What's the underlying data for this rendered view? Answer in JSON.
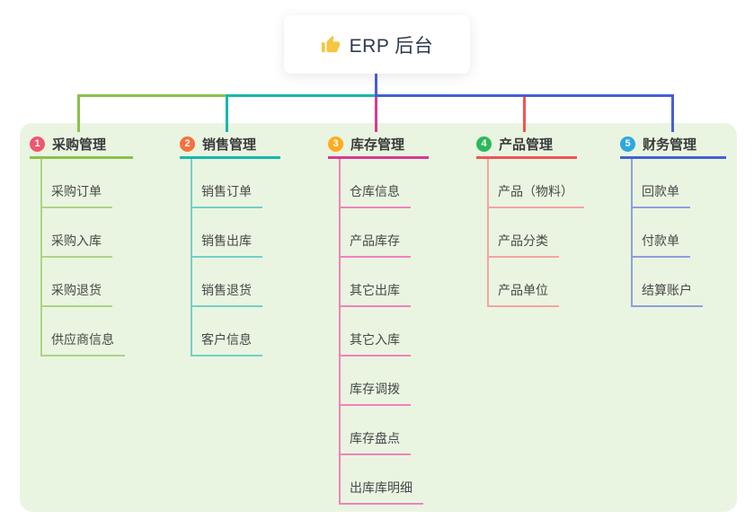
{
  "root": {
    "title": "ERP 后台",
    "icon": "thumbs-up-icon"
  },
  "panel_color": "#e9f5e1",
  "root_link_color": "#4560d4",
  "branches": [
    {
      "num": "1",
      "title": "采购管理",
      "badge_color": "#f0566e",
      "line_color": "#8cc04b",
      "child_line_color": "#acd483",
      "children": [
        "采购订单",
        "采购入库",
        "采购退货",
        "供应商信息"
      ]
    },
    {
      "num": "2",
      "title": "销售管理",
      "badge_color": "#f5713c",
      "line_color": "#16b9ab",
      "child_line_color": "#74d0c6",
      "children": [
        "销售订单",
        "销售出库",
        "销售退货",
        "客户信息"
      ]
    },
    {
      "num": "3",
      "title": "库存管理",
      "badge_color": "#fcad20",
      "line_color": "#d63a92",
      "child_line_color": "#f083bb",
      "children": [
        "仓库信息",
        "产品库存",
        "其它出库",
        "其它入库",
        "库存调拨",
        "库存盘点",
        "出库库明细"
      ]
    },
    {
      "num": "4",
      "title": "产品管理",
      "badge_color": "#2eb85c",
      "line_color": "#f15455",
      "child_line_color": "#f8a2a2",
      "children": [
        "产品（物料）",
        "产品分类",
        "产品单位"
      ]
    },
    {
      "num": "5",
      "title": "财务管理",
      "badge_color": "#2ea7e0",
      "line_color": "#4560d4",
      "child_line_color": "#8f9ede",
      "children": [
        "回款单",
        "付款单",
        "结算账户"
      ]
    }
  ]
}
